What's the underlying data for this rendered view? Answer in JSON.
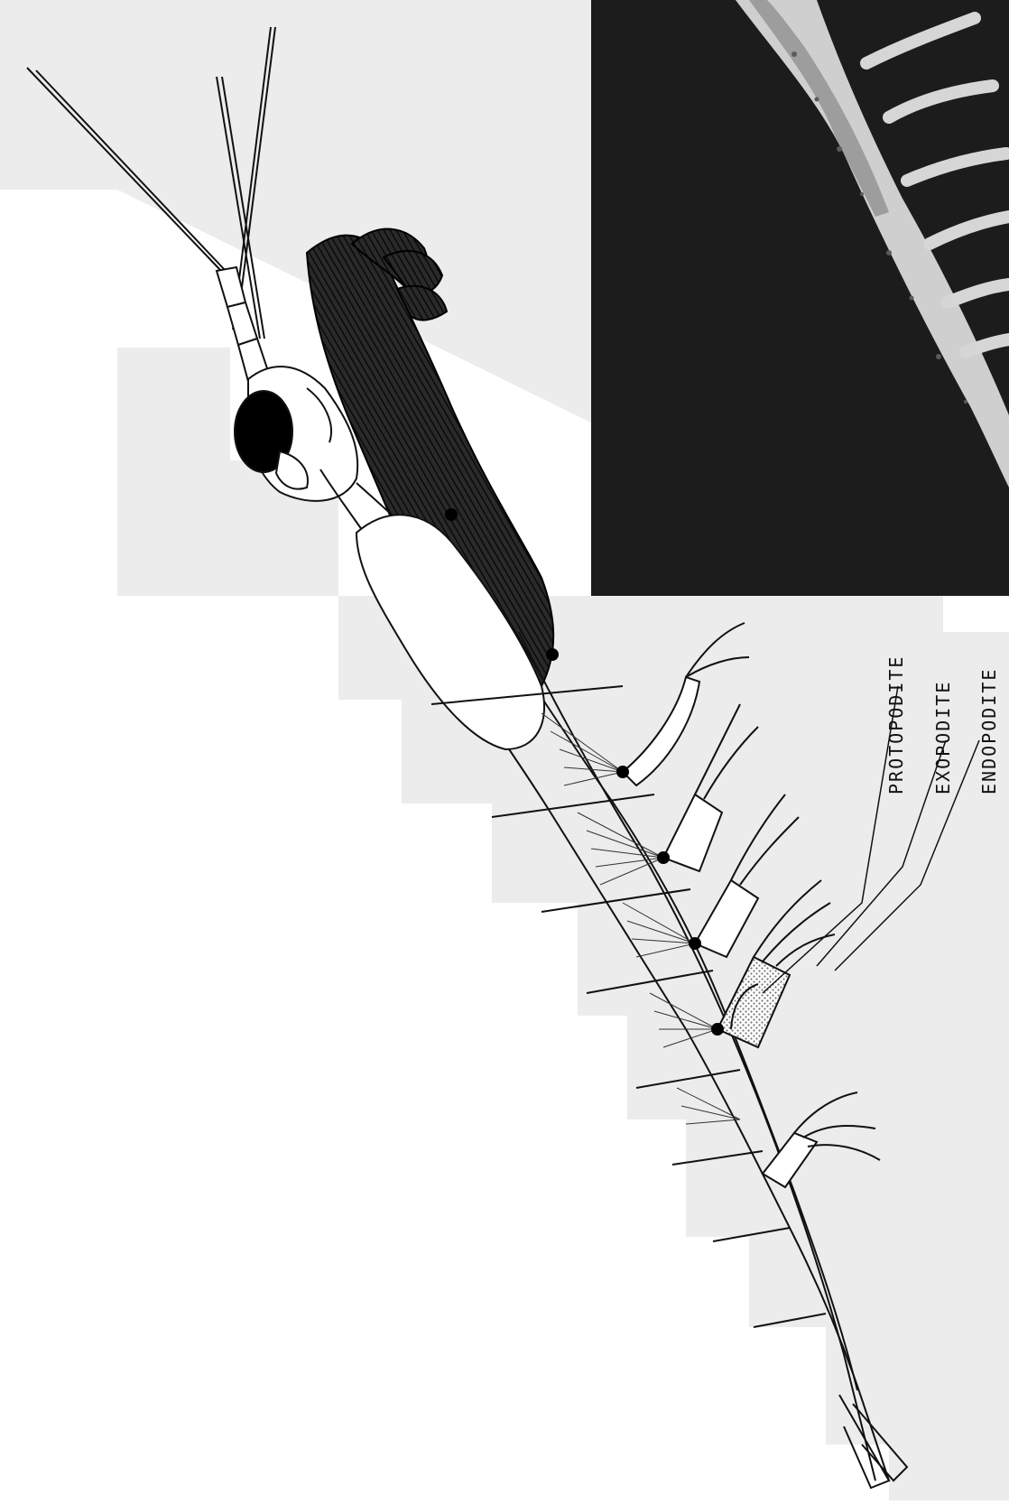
{
  "figure": {
    "labels": {
      "protopodite": "PROTOPODITE",
      "exopodite": "EXOPODITE",
      "endopodite": "ENDOPODITE"
    },
    "colors": {
      "ink": "#111111",
      "paper": "#ffffff",
      "photo_background": "#1e1e1e",
      "photo_tissue": "#d8d8d8",
      "scan_shadow": "#e9e9e9",
      "stipple": "#8a8a8a"
    }
  }
}
